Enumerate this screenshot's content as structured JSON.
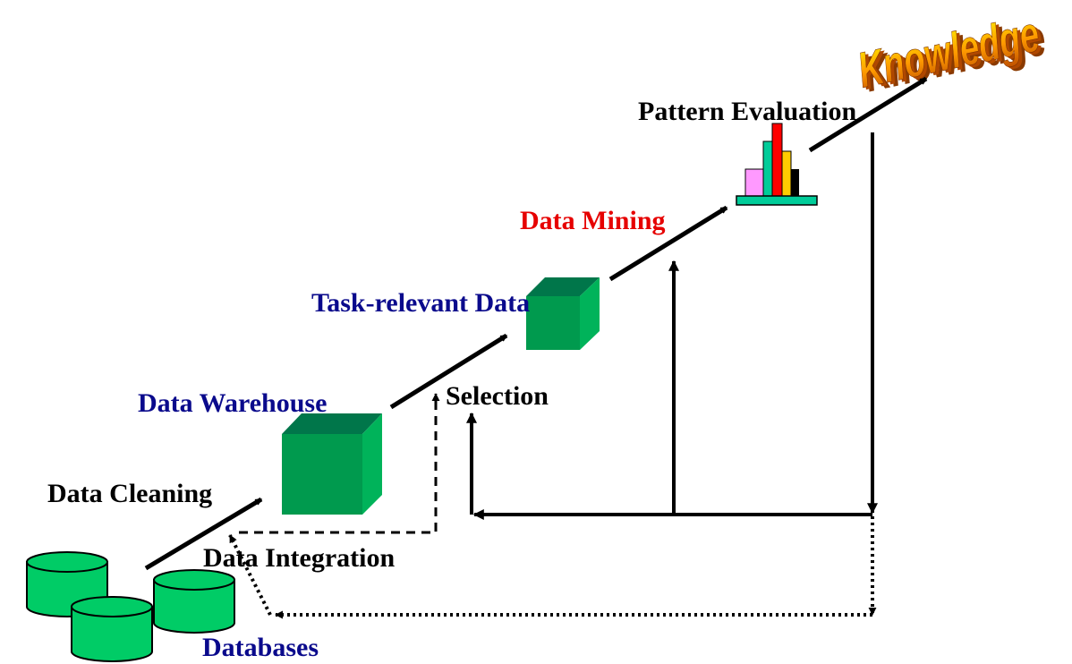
{
  "labels": {
    "knowledge": "Knowledge",
    "pattern_evaluation": "Pattern Evaluation",
    "data_mining": "Data Mining",
    "task_relevant_data": "Task-relevant Data",
    "selection": "Selection",
    "data_warehouse": "Data Warehouse",
    "data_cleaning": "Data Cleaning",
    "data_integration": "Data Integration",
    "databases": "Databases"
  },
  "colors": {
    "label_black": "#000000",
    "label_navy": "#0a0a8c",
    "label_red": "#e60000",
    "cube_front": "#009a4e",
    "cube_top": "#00764a",
    "cube_side": "#00b35a",
    "database_fill": "#00cc66",
    "knowledge_gradient": [
      "#fff200",
      "#ff9a00",
      "#c05000"
    ],
    "bar_colors": [
      "#ff99ff",
      "#00cc99",
      "#ff0000",
      "#ffcc00",
      "#000000"
    ]
  },
  "icons": [
    "database-icon",
    "cube-icon",
    "bar-chart-icon",
    "arrow-icon"
  ]
}
